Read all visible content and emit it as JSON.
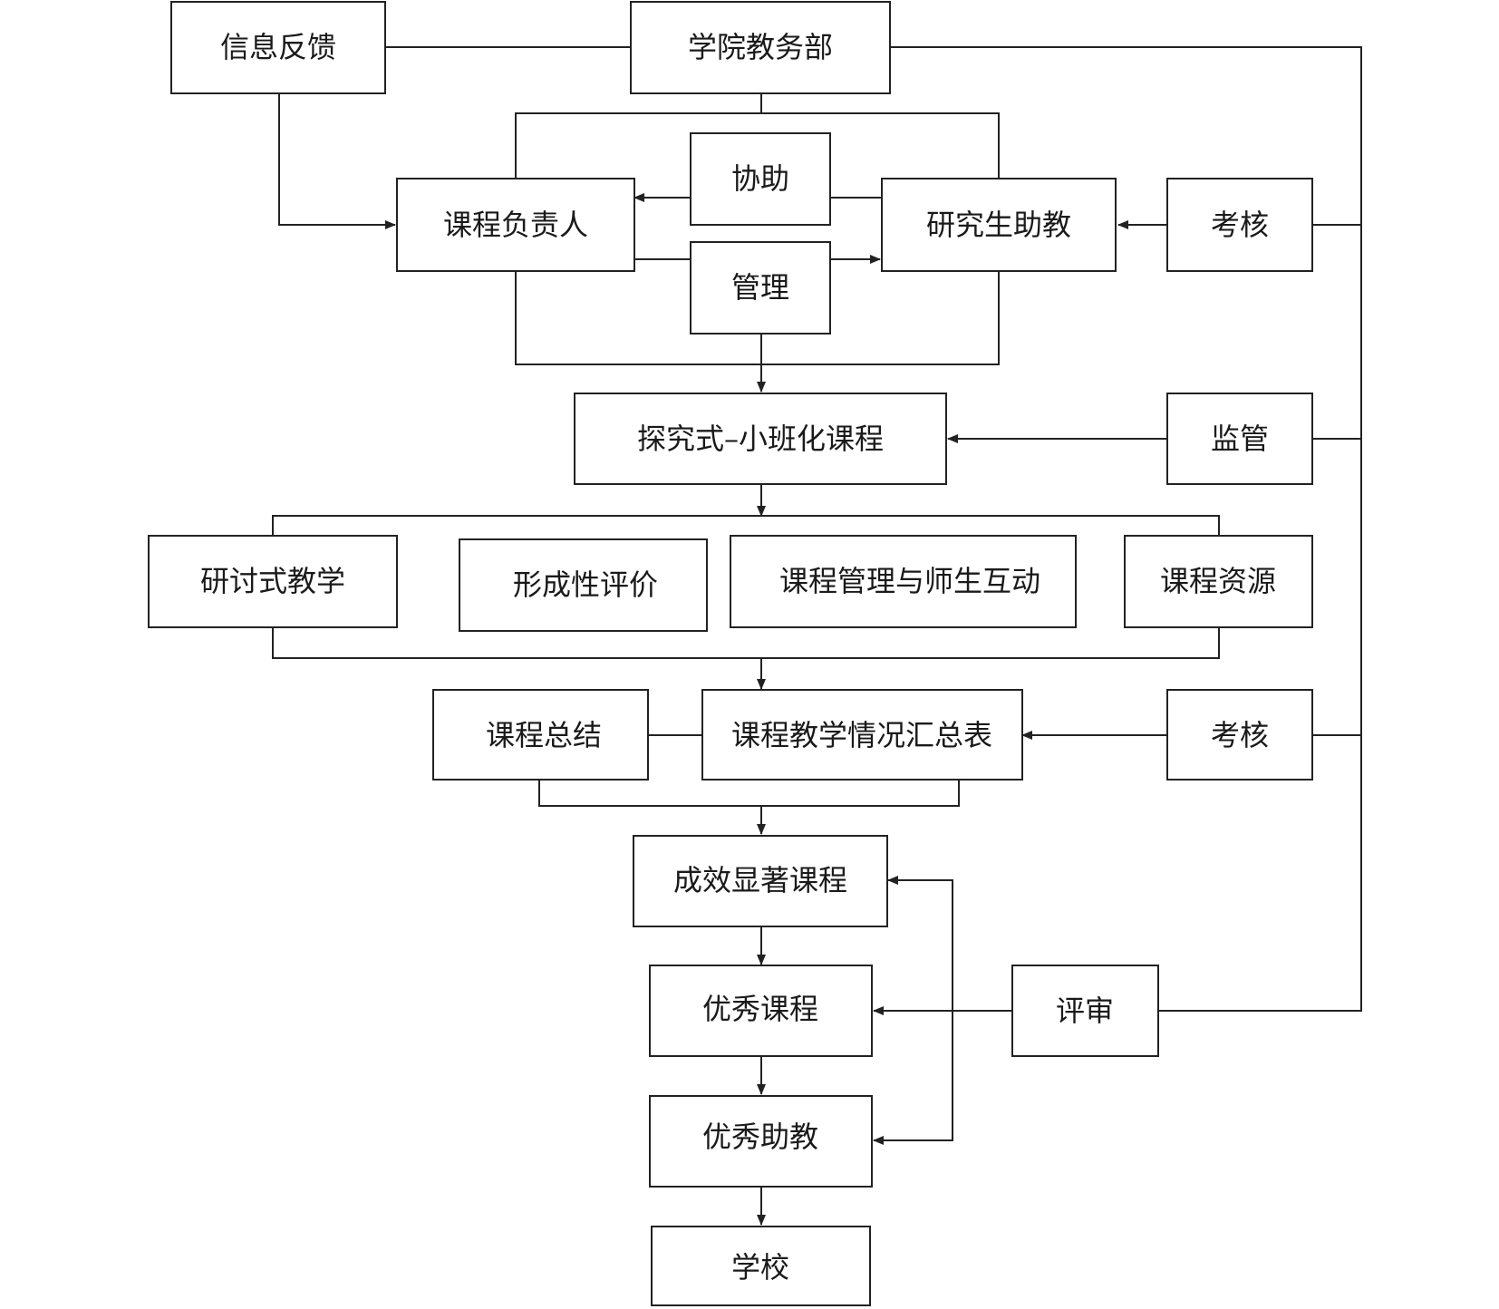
{
  "colors": {
    "stroke": "#222222",
    "background": "#ffffff",
    "text": "#1a1a1a"
  },
  "nodes": {
    "info_feedback": "信息反馈",
    "academic_affairs": "学院教务部",
    "assist": "协助",
    "course_leader": "课程负责人",
    "grad_ta": "研究生助教",
    "assess_top": "考核",
    "manage": "管理",
    "inquiry_course": "探究式–小班化课程",
    "supervise": "监管",
    "seminar_teaching": "研讨式教学",
    "formative_eval": "形成性评价",
    "course_mgmt_interaction": "课程管理与师生互动",
    "course_resources": "课程资源",
    "course_summary": "课程总结",
    "teaching_summary_table": "课程教学情况汇总表",
    "assess_mid": "考核",
    "effective_course": "成效显著课程",
    "excellent_course": "优秀课程",
    "review": "评审",
    "excellent_ta": "优秀助教",
    "school": "学校"
  }
}
